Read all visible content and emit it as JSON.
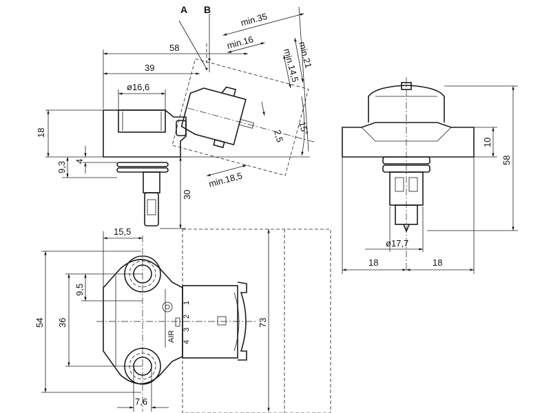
{
  "title_letters": {
    "a": "A",
    "b": "B"
  },
  "side_view": {
    "min35": "min.35",
    "min16": "min.16",
    "w58": "58",
    "w39": "39",
    "d16_6": "ø16,6",
    "min21": "min.21",
    "min14_5": "min.14,5",
    "angle": "15°",
    "off2_5": "2,5",
    "h18": "18",
    "h9_3": "9,3",
    "h4": "4",
    "h30": "30",
    "min18_5": "min.18,5"
  },
  "front_view": {
    "h10": "10",
    "h58": "58",
    "d17_7": "ø17,7",
    "w18a": "18",
    "w18b": "18"
  },
  "top_view": {
    "w15_5": "15,5",
    "h9_5": "9,5",
    "h54": "54",
    "h36": "36",
    "h73": "73",
    "w7_6": "7,6",
    "air": "AIR",
    "pins": [
      "1",
      "2",
      "3",
      "4"
    ]
  }
}
